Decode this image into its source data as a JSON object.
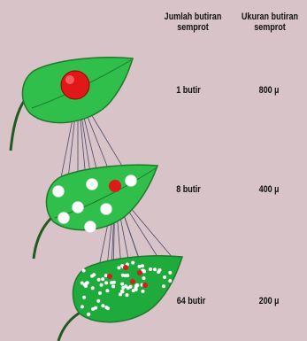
{
  "headers": {
    "count": [
      "Jumlah butiran",
      "semprot"
    ],
    "size": [
      "Ukuran butiran",
      "semprot"
    ]
  },
  "rows": [
    {
      "count": "1 butir",
      "size": "800 µ"
    },
    {
      "count": "8 butir",
      "size": "400 µ"
    },
    {
      "count": "64 butir",
      "size": "200 µ"
    }
  ],
  "colors": {
    "background": "#d8c3c8",
    "leaf": "#2fbf4a",
    "leaf_outline": "#1f7a2c",
    "stem": "#1f5a20",
    "droplet_red": "#e01818",
    "droplet_white": "#ffffff",
    "lines": "#4a4a6a"
  }
}
